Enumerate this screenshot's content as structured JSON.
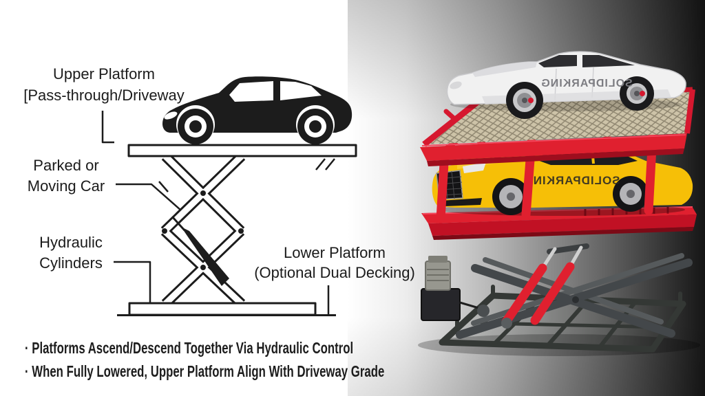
{
  "schematic": {
    "line_color": "#1c1c1c",
    "labels": {
      "upper_platform_line1": "Upper Platform",
      "upper_platform_line2": "[Pass-through/Driveway",
      "parked_car_line1": "Parked or",
      "parked_car_line2": "Moving Car",
      "hydraulic_line1": "Hydraulic",
      "hydraulic_line2": "Cylinders",
      "lower_platform_line1": "Lower Platform",
      "lower_platform_line2": "(Optional Dual Decking)"
    },
    "notes": [
      "· Platforms Ascend/Descend Together Via Hydraulic Control",
      "· When Fully Lowered, Upper Platform Align With Driveway Grade"
    ]
  },
  "photo": {
    "livery_text": "SOLIDPARKING",
    "colors": {
      "lift_red": "#e0202f",
      "lift_red_dark": "#9e0e1e",
      "deck_mesh": "#cdc3a8",
      "upper_car_white": "#f1f1f1",
      "lower_car_yellow": "#f6bf07",
      "frame_gray": "#3a3e3b",
      "background_dark": "#161616"
    }
  }
}
